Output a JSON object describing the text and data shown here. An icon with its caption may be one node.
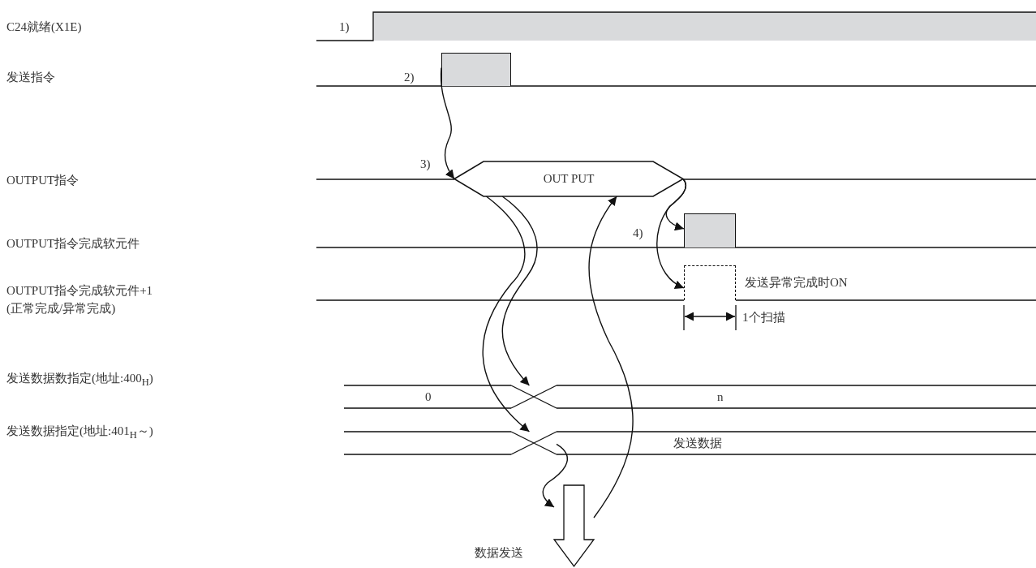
{
  "diagram": {
    "nodes": [
      {
        "text": [],
        "shape": "bar"
      },
      {
        "text": [
          "OUT PUT"
        ]
      },
      {
        "text": [],
        "shape": "bar"
      },
      {
        "text": [],
        "shape": "box",
        "beside": [
          "发送异常完成时ON"
        ]
      },
      {
        "text": [],
        "shape": "cross"
      },
      {
        "text": [],
        "shape": "cross"
      },
      {
        "text": [],
        "shape": "arrow",
        "beside": [
          "数据发送"
        ]
      }
    ],
    "edges": [
      {
        "from": 0,
        "to": 1,
        "arrow": "to"
      },
      {
        "from": 1,
        "to": 4,
        "arrow": "to"
      },
      {
        "from": 1,
        "to": 5,
        "arrow": "to"
      },
      {
        "from": 6,
        "to": 1,
        "arrow": "to"
      },
      {
        "from": 1,
        "to": 2,
        "arrow": "to"
      },
      {
        "from": 1,
        "to": 3,
        "arrow": "to"
      },
      {
        "from": 5,
        "to": 6,
        "arrow": "to"
      }
    ],
    "labels": [
      "C24就绪(X1E)",
      "1)",
      "发送指令",
      "2)",
      "3)",
      "OUTPUT指令",
      "4)",
      "OUTPUT指令完成软元件",
      "OUTPUT指令完成软元件+1 (正常完成/异常完成)",
      "1个扫描",
      "发送数据数指定(地址:400$_{H}$)",
      "0",
      "n",
      "发送数据指定(地址:401$_{H}$～)",
      "发送数据"
    ]
  }
}
